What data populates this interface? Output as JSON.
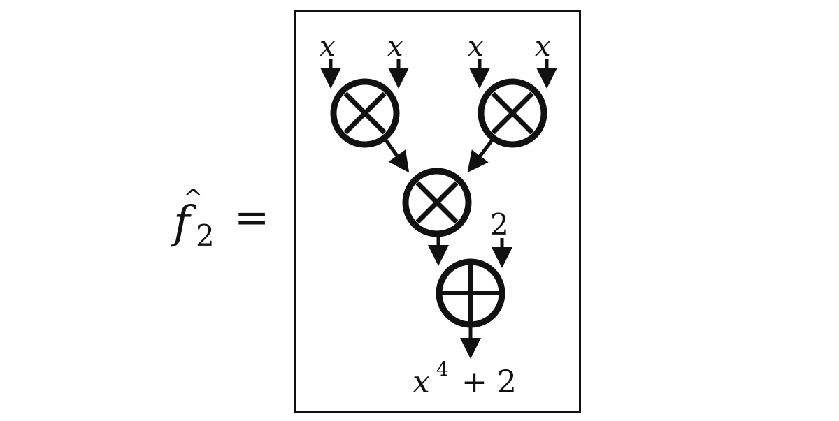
{
  "lhs": {
    "function_symbol": "f",
    "hat": "^",
    "subscript": "2",
    "equals": "="
  },
  "graph": {
    "inputs": [
      {
        "label": "x"
      },
      {
        "label": "x"
      },
      {
        "label": "x"
      },
      {
        "label": "x"
      }
    ],
    "nodes": [
      {
        "id": "mul-left",
        "op": "multiply",
        "glyph": "⊗"
      },
      {
        "id": "mul-right",
        "op": "multiply",
        "glyph": "⊗"
      },
      {
        "id": "mul-center",
        "op": "multiply",
        "glyph": "⊗"
      },
      {
        "id": "add",
        "op": "add",
        "glyph": "⊕"
      }
    ],
    "constant": {
      "label": "2"
    },
    "output": {
      "base": "x",
      "exponent": "4",
      "rest": "+ 2"
    }
  },
  "colors": {
    "stroke": "#111111",
    "background": "#ffffff"
  }
}
